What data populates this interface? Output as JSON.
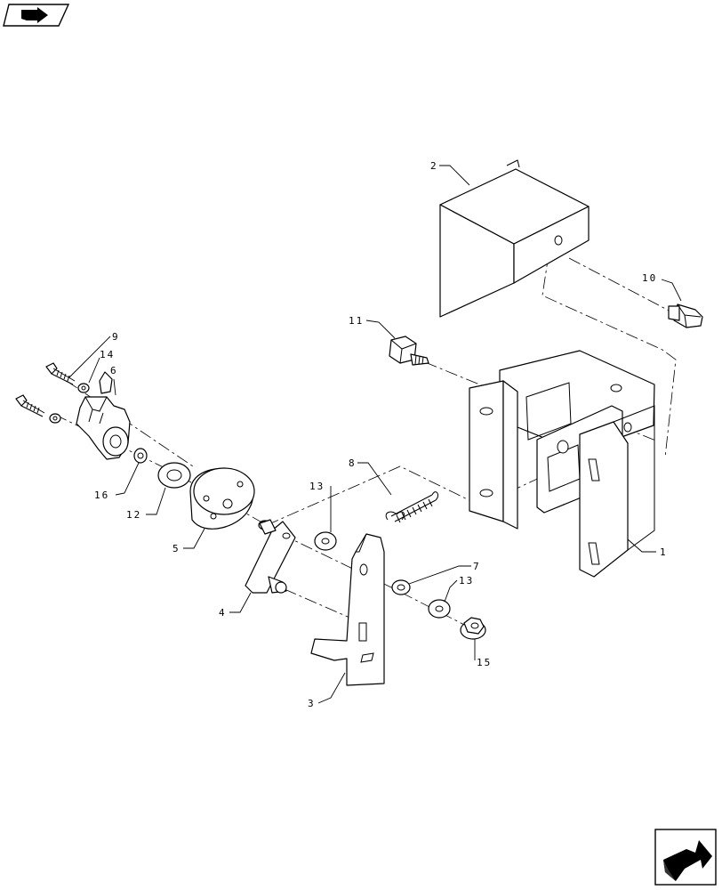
{
  "icons": {
    "top_left": "previous-page-arrow-icon",
    "bottom_right": "next-page-arrow-icon"
  },
  "callouts": {
    "p1": "1",
    "p2": "2",
    "p3": "3",
    "p4": "4",
    "p5": "5",
    "p6": "6",
    "p7": "7",
    "p8": "8",
    "p9": "9",
    "p10": "10",
    "p11": "11",
    "p12": "12",
    "p13a": "13",
    "p13b": "13",
    "p14": "14",
    "p15": "15",
    "p16": "16"
  }
}
